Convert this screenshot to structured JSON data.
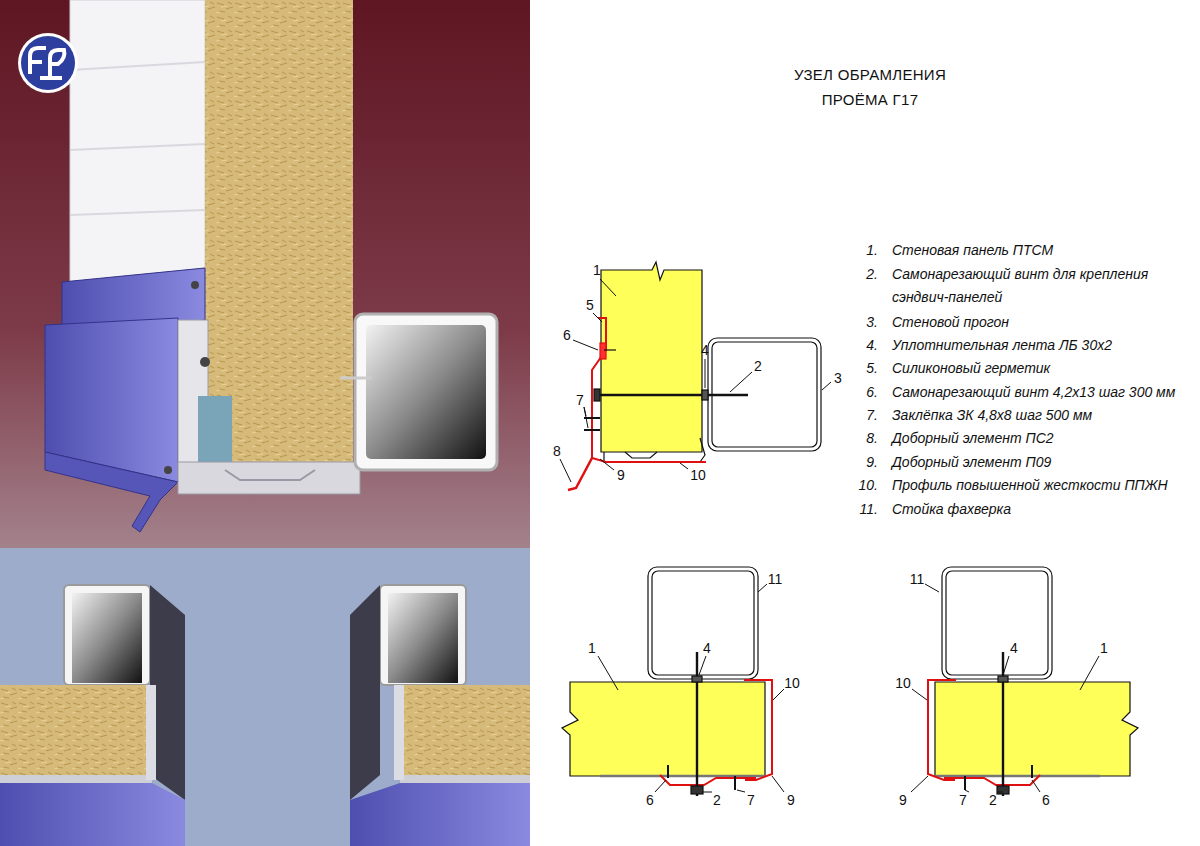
{
  "diagram": {
    "title": "УЗЕЛ ОБРАМЛЕНИЯ ПРОЁМА Г17",
    "labels": [
      "1",
      "5",
      "6",
      "7",
      "8",
      "4",
      "2",
      "3",
      "9",
      "10",
      "1.",
      "Стеновая панель ПТСМ",
      "2.",
      "Самонарезающий винт для крепления сэндвич-панелей",
      "3.",
      "Стеновой прогон",
      "4.",
      "Уплотнительная лента ЛБ 30х2",
      "5.",
      "Силиконовый герметик",
      "6.",
      "Самонарезающий винт 4,2х13 шаг 300 мм",
      "7.",
      "Заклёпка ЗК 4,8х8 шаг 500 мм",
      "8.",
      "Доборный элемент ПС2",
      "9.",
      "Доборный элемент П09",
      "10.",
      "Профиль повышенной жесткости ППЖН",
      "11.",
      "Стойка фахверка",
      "11",
      "1",
      "4",
      "10",
      "6",
      "2",
      "7",
      "9",
      "11",
      "1",
      "4",
      "10",
      "9",
      "7",
      "2",
      "6"
    ]
  }
}
